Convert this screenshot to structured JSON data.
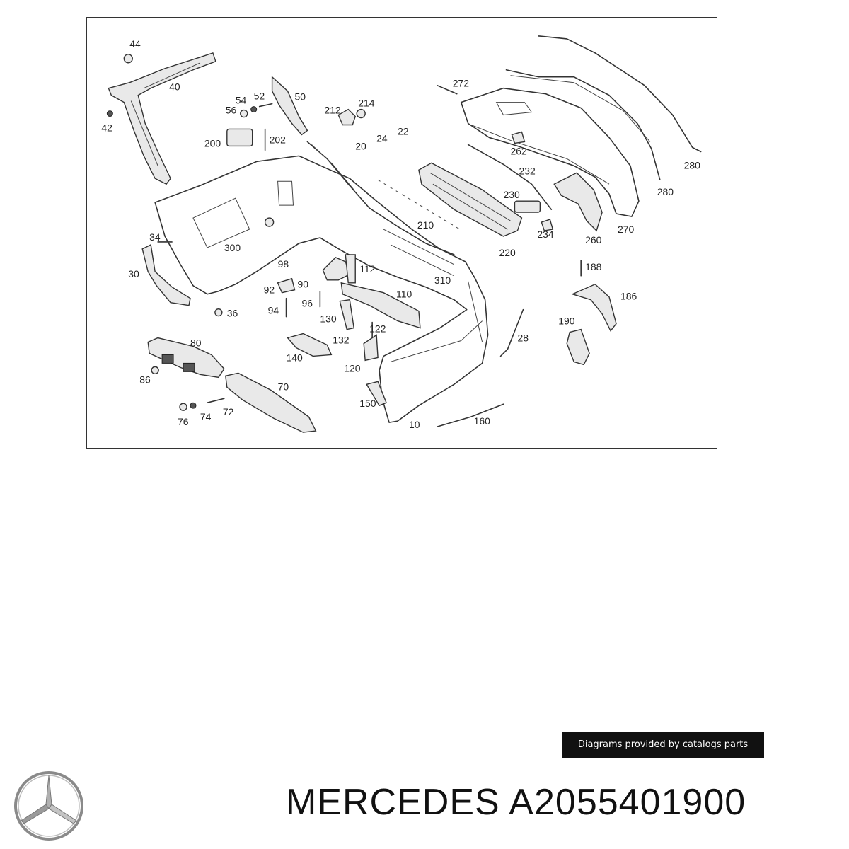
{
  "diagram": {
    "labels": [
      "44",
      "40",
      "42",
      "54",
      "52",
      "50",
      "56",
      "212",
      "214",
      "200",
      "202",
      "24",
      "22",
      "20",
      "272",
      "262",
      "232",
      "280",
      "280",
      "230",
      "234",
      "260",
      "270",
      "210",
      "220",
      "34",
      "300",
      "30",
      "36",
      "98",
      "112",
      "92",
      "90",
      "310",
      "110",
      "94",
      "96",
      "130",
      "122",
      "188",
      "186",
      "28",
      "190",
      "80",
      "132",
      "140",
      "120",
      "86",
      "70",
      "76",
      "74",
      "72",
      "150",
      "10",
      "160"
    ]
  },
  "caption": {
    "text": "Diagrams provided by catalogs parts"
  },
  "brand": {
    "name": "MERCEDES",
    "part_number": "A2055401900",
    "logo_icon": "mercedes-star-icon"
  }
}
